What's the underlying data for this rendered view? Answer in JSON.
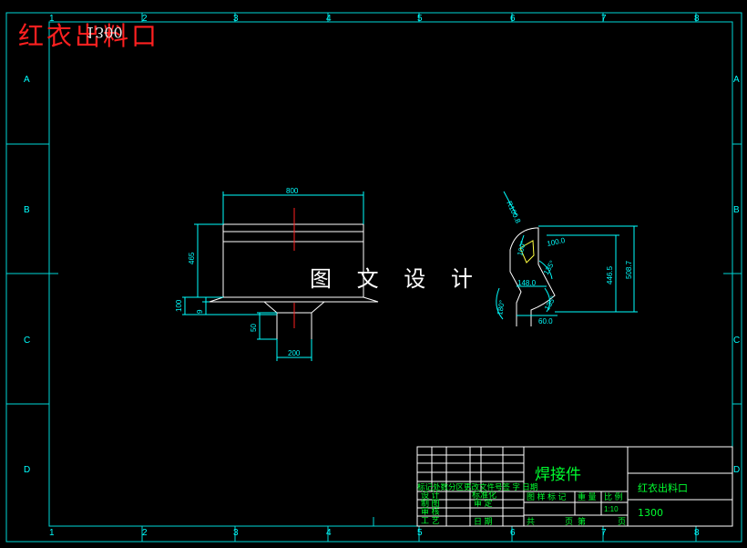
{
  "header": {
    "title": "红衣出料口",
    "mirrored_number": "1300"
  },
  "watermark": "图 文 设 计",
  "border": {
    "columns": [
      "1",
      "2",
      "3",
      "4",
      "5",
      "6",
      "7",
      "8"
    ],
    "rows": [
      "A",
      "B",
      "C",
      "D"
    ]
  },
  "front_view": {
    "dims": {
      "width_top": "800",
      "height_main": "465",
      "height_left": "100",
      "small": "9",
      "neck": "50",
      "width_bottom": "200"
    }
  },
  "side_view": {
    "dims": {
      "radius": "R100.8",
      "angle_a": "100°",
      "len_a": "100.0",
      "angle_b": "135°",
      "len_b": "148.0",
      "h1": "446.5",
      "h2": "508.7",
      "angle_c": "180°",
      "angle_d": "135°",
      "len_c": "60.0"
    }
  },
  "title_block": {
    "part_name": "焊接件",
    "company": "红衣出料口",
    "code": "1300",
    "scale": "1:10",
    "labels": {
      "rev_row": "标记处数分区更改文件号签 字 日期",
      "design": "设 计",
      "draw": "制 图",
      "check": "审 核",
      "craft": "工 艺",
      "standard": "标准化",
      "approve": "审 定",
      "date": "日 期",
      "stage": "图 样 标 记",
      "weight": "重 量",
      "ratio": "比 例",
      "total": "共",
      "sheet_of": "页",
      "sheet": "第",
      "page": "页"
    }
  },
  "colors": {
    "frame": "#00d8d8",
    "cyan": "#00ffff",
    "white": "#ffffff",
    "yellow": "#ffff40",
    "red": "#ff2020",
    "green": "#00ff30"
  }
}
